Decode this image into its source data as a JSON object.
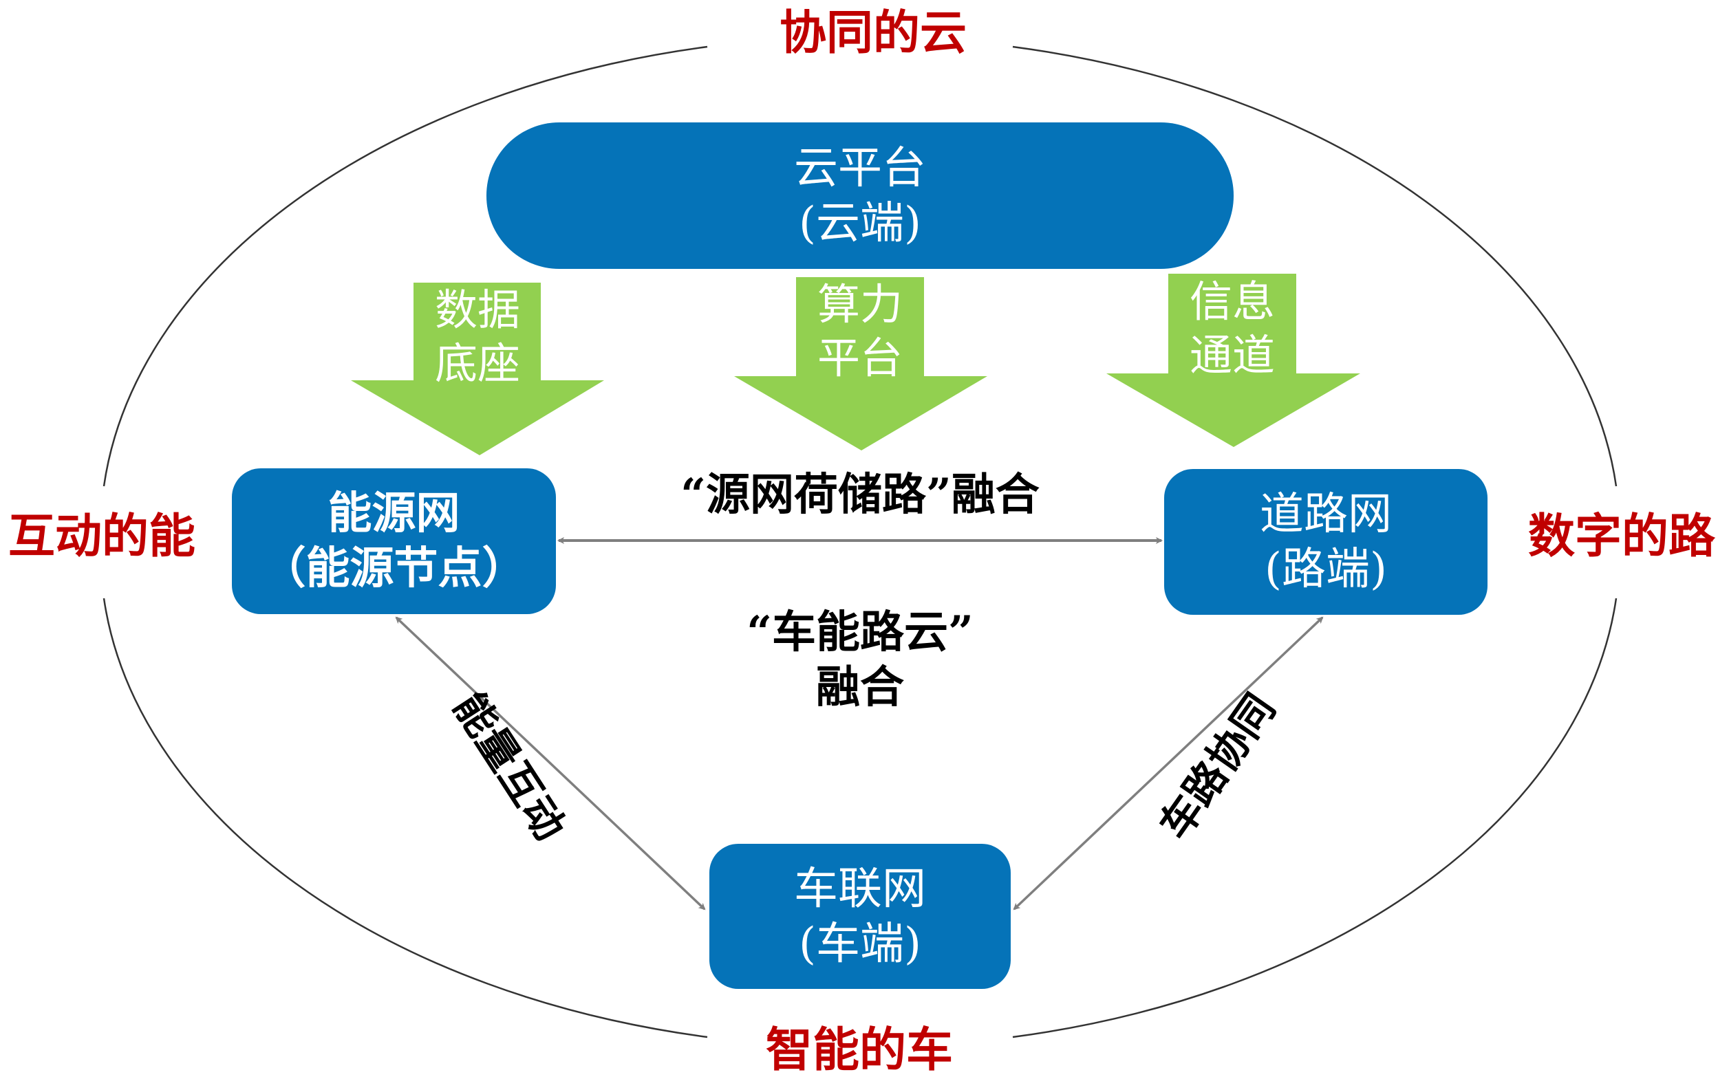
{
  "colors": {
    "node_fill": "#0573b8",
    "arrow_fill": "#92d050",
    "connector": "#7f7f7f",
    "accent_label": "#c00000",
    "ellipse_stroke": "#333333",
    "text_dark": "#000000",
    "text_light": "#ffffff"
  },
  "ellipse_labels": {
    "top": "协同的云",
    "bottom": "智能的车",
    "left": "互动的能",
    "right": "数字的路"
  },
  "nodes": {
    "cloud": {
      "line1": "云平台",
      "line2": "(云端)"
    },
    "energy": {
      "line1": "能源网",
      "line2": "（能源节点）"
    },
    "road": {
      "line1": "道路网",
      "line2": "(路端)"
    },
    "vehicle": {
      "line1": "车联网",
      "line2": "(车端)"
    }
  },
  "down_arrows": [
    {
      "line1": "数据",
      "line2": "底座"
    },
    {
      "line1": "算力",
      "line2": "平台"
    },
    {
      "line1": "信息",
      "line2": "通道"
    }
  ],
  "center_labels": {
    "energy_road": "“源网荷储路”融合",
    "overall_line1": "“车能路云”",
    "overall_line2": "融合"
  },
  "edge_labels": {
    "energy_vehicle": "能量互动",
    "road_vehicle": "车路协同"
  }
}
